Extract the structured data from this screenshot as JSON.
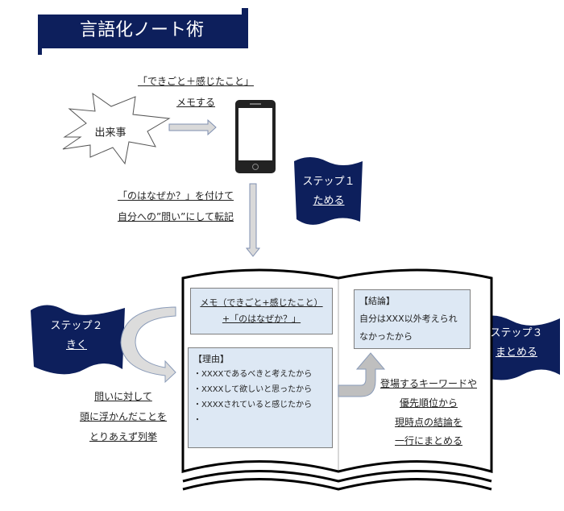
{
  "title": "言語化ノート術",
  "event_label": "出来事",
  "memo_top": {
    "line1": "「できごと＋感じたこと」",
    "line2": "メモする"
  },
  "transfer_text": {
    "line1": "「のはなぜか？」を付けて",
    "line2": "自分への”問い”にして転記"
  },
  "step1": {
    "title": "ステップ１",
    "action": "ためる"
  },
  "step2": {
    "title": "ステップ２",
    "action": "きく"
  },
  "step3": {
    "title": "ステップ３",
    "action": "まとめる"
  },
  "memo_box": {
    "line1": "メモ（できごと+感じたこと）",
    "line2": "+「のはなぜか？」"
  },
  "reason_box": {
    "heading": "【理由】",
    "items": [
      "・XXXXであるべきと考えたから",
      "・XXXXして欲しいと思ったから",
      "・XXXXされていると感じたから",
      "・"
    ]
  },
  "conclusion_box": {
    "heading": "【結論】",
    "line1": "自分はXXX以外考えられ",
    "line2": "なかったから"
  },
  "step2_text": [
    "問いに対して",
    "頭に浮かんだことを",
    "とりあえず列挙"
  ],
  "step3_text": [
    "登場するキーワードや",
    "優先順位から",
    "現時点の結論を",
    "一行にまとめる"
  ],
  "colors": {
    "navy": "#0d1f5c",
    "box_fill": "#dde8f4",
    "arrow_fill": "#d9d9d9"
  }
}
